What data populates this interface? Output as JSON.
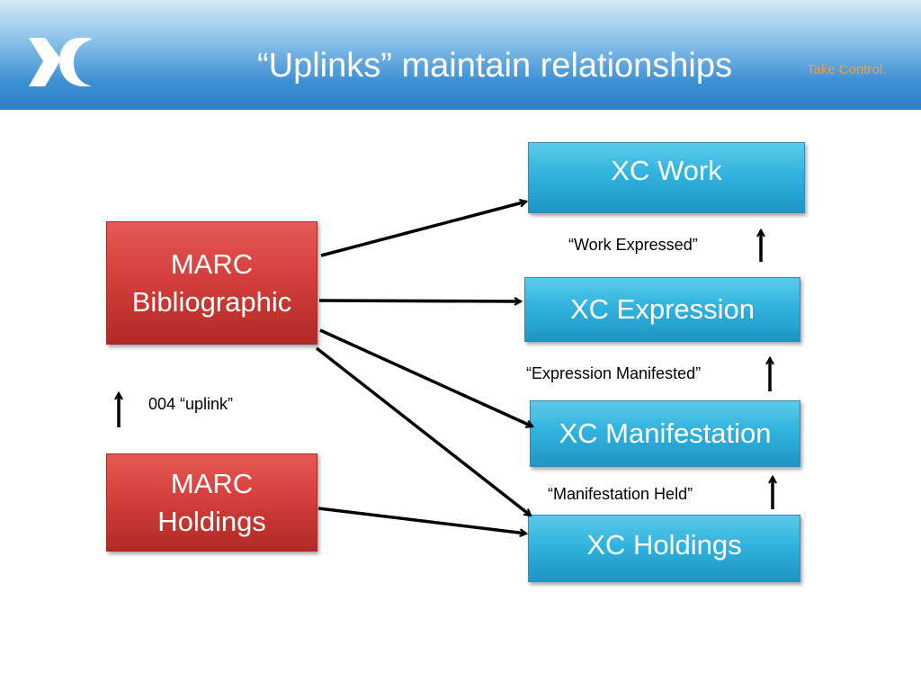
{
  "header": {
    "title": "“Uplinks” maintain relationships",
    "tagline": "Take Control.",
    "logo_icon": "xc-logo"
  },
  "diagram": {
    "marc_bibliographic": "MARC Bibliographic",
    "marc_holdings": "MARC Holdings",
    "xc_work": "XC Work",
    "xc_expression": "XC Expression",
    "xc_manifestation": "XC Manifestation",
    "xc_holdings": "XC Holdings",
    "work_expressed": "“Work Expressed”",
    "expression_manifested": "“Expression Manifested”",
    "manifestation_held": "“Manifestation Held”",
    "uplink_label": "004 “uplink”"
  },
  "colors": {
    "header_blue": "#2f7fc6",
    "tagline_orange": "#f0a23a",
    "marc_red": "#d63f3b",
    "xc_blue": "#31b3de"
  }
}
